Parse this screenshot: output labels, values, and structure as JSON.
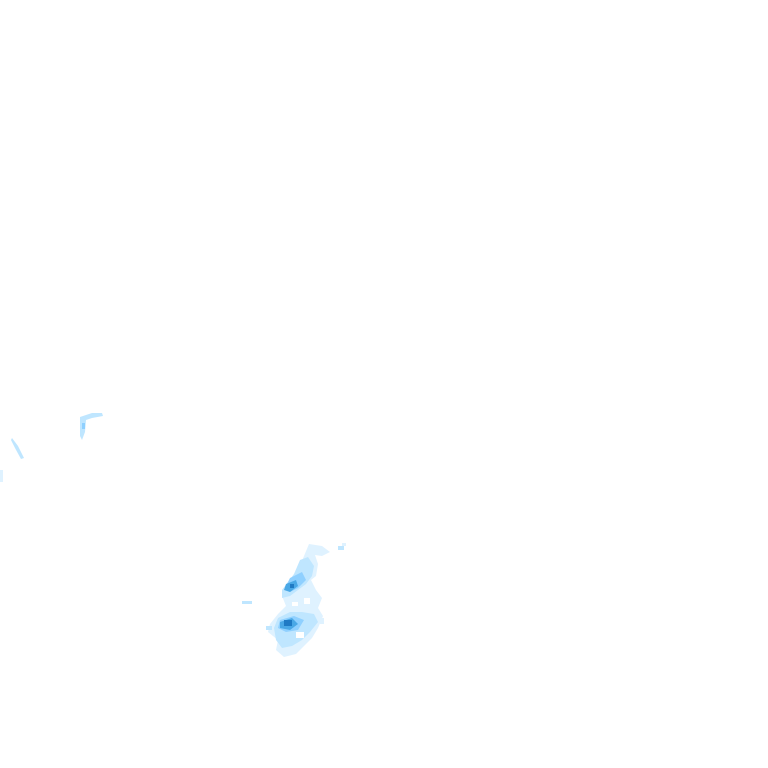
{
  "map": {
    "kind": "precipitation-radar-tile",
    "background_color": "#ffffff",
    "palette": {
      "very_light": "#dff2ff",
      "light": "#bfe6ff",
      "medium": "#8fd0ff",
      "strong": "#4aa8e6",
      "heavy": "#1f7ac4"
    },
    "clusters": [
      {
        "id": "edge-streak-west",
        "intensity": "very_light"
      },
      {
        "id": "small-cell-northwest",
        "intensity": "light"
      },
      {
        "id": "main-cell-south",
        "intensity": "heavy"
      }
    ]
  }
}
